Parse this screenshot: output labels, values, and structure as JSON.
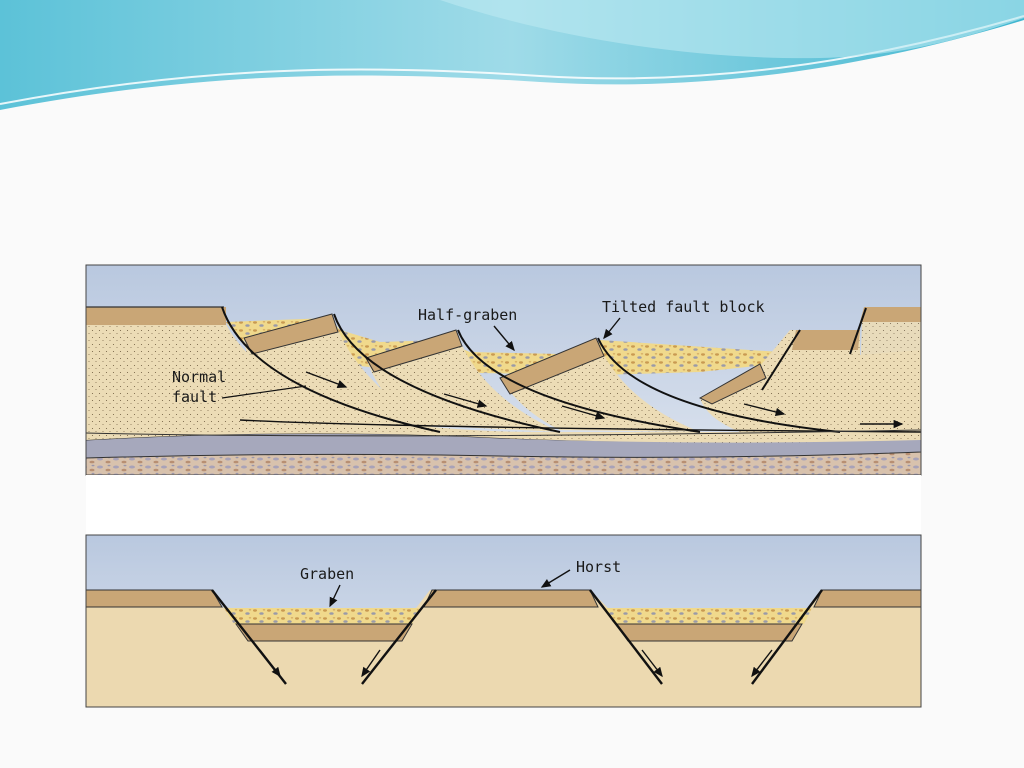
{
  "diagram": {
    "top_panel": {
      "labels": {
        "half_graben": "Half-graben",
        "tilted_fault_block": "Tilted fault block",
        "normal_fault_line1": "Normal",
        "normal_fault_line2": "fault"
      }
    },
    "bottom_panel": {
      "labels": {
        "graben": "Graben",
        "horst": "Horst"
      }
    }
  },
  "colors": {
    "sky": "#c9d6e8",
    "sandstone": "#ecd9b0",
    "bed": "#c9a676",
    "gravel": "#f0d98c",
    "basement_gray": "#a4a6ba",
    "theme_teal": "#5ec4d8"
  }
}
